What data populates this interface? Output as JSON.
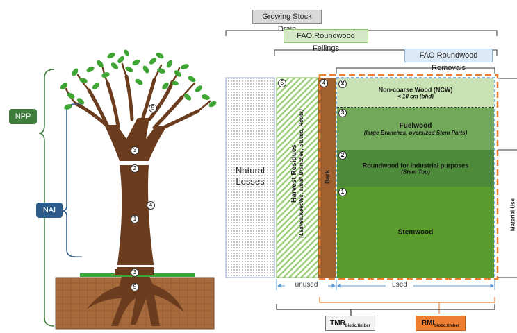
{
  "header": {
    "growing_stock_drain": "Growing Stock Drain",
    "fao_fellings": "FAO Roundwood Fellings",
    "fao_removals": "FAO Roundwood Removals"
  },
  "tree": {
    "npp": "NPP",
    "nai": "NAI",
    "markers": {
      "crown": "5",
      "branch_base": "3",
      "stem_top": "2",
      "stemwood": "1",
      "bark": "4",
      "stump": "3",
      "roots": "5"
    }
  },
  "columns": {
    "natural_losses": "Natural\nLosses",
    "harvest_residues_title": "Harvest Residues",
    "harvest_residues_sub": "(Leaves/Needles, small Branches, Stump, Roots)",
    "harvest_marker": "5",
    "bark": "Bark",
    "bark_marker": "4"
  },
  "segments": [
    {
      "marker": "X",
      "title": "Non-coarse Wood (NCW)",
      "sub": "< 10 cm (bhd)",
      "color": "#c9e3b4"
    },
    {
      "marker": "3",
      "title": "Fuelwood",
      "sub": "(large Branches, oversized Stem Parts)",
      "color": "#72a85a"
    },
    {
      "marker": "2",
      "title": "Roundwood for industrial purposes",
      "sub": "(Stem Top)",
      "color": "#4d8a3a"
    },
    {
      "marker": "1",
      "title": "Stemwood",
      "sub": "",
      "color": "#5a9b2e"
    }
  ],
  "footer": {
    "unused": "unused",
    "used": "used",
    "tmr": "TMR",
    "tmr_sub": "biotic,timber",
    "rmi": "RMI",
    "rmi_sub": "biotic,timber"
  },
  "side_labels": {
    "material_use": "Material Use"
  },
  "colors": {
    "npp_badge": "#3f7d3c",
    "nai_badge": "#2e5c8a",
    "trunk": "#6b3d1e",
    "bark": "#a0602f",
    "leaf": "#3fa535",
    "orange": "#ed7d31",
    "rmi_fill": "#ed7d31",
    "removals_box": "#dce9f6",
    "fellings_box": "#d5e8c6",
    "drain_box": "#d9d9d9"
  }
}
